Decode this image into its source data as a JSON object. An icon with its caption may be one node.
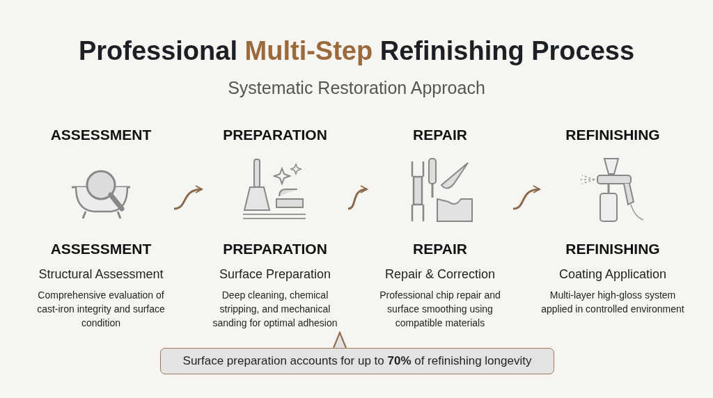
{
  "diagram": {
    "title": "Professional **Multi-Step** Refinishing Process",
    "caption": "Systematic Restoration Approach",
    "nodes": [
      {
        "text": [
          "ASSESSMENT",
          "ASSESSMENT",
          "Structural Assessment",
          "Comprehensive evaluation of cast-iron integrity and surface condition"
        ]
      },
      {
        "text": [
          "PREPARATION",
          "PREPARATION",
          "Surface Preparation",
          "Deep cleaning, chemical stripping, and mechanical sanding for optimal adhesion"
        ]
      },
      {
        "text": [
          "REPAIR",
          "REPAIR",
          "Repair & Correction",
          "Professional chip repair and surface smoothing using compatible materials"
        ]
      },
      {
        "text": [
          "REFINISHING",
          "REFINISHING",
          "Coating Application",
          "Multi-layer high-gloss system applied in controlled environment"
        ]
      },
      {
        "text": [
          "Surface preparation accounts for up to **70%** of refinishing longevity"
        ]
      }
    ],
    "edges": [
      {
        "from": 0,
        "to": 1,
        "arrow": "to"
      },
      {
        "from": 1,
        "to": 2,
        "arrow": "to"
      },
      {
        "from": 2,
        "to": 3,
        "arrow": "to"
      },
      {
        "from": 4,
        "to": 1,
        "arrow": "to"
      }
    ]
  }
}
